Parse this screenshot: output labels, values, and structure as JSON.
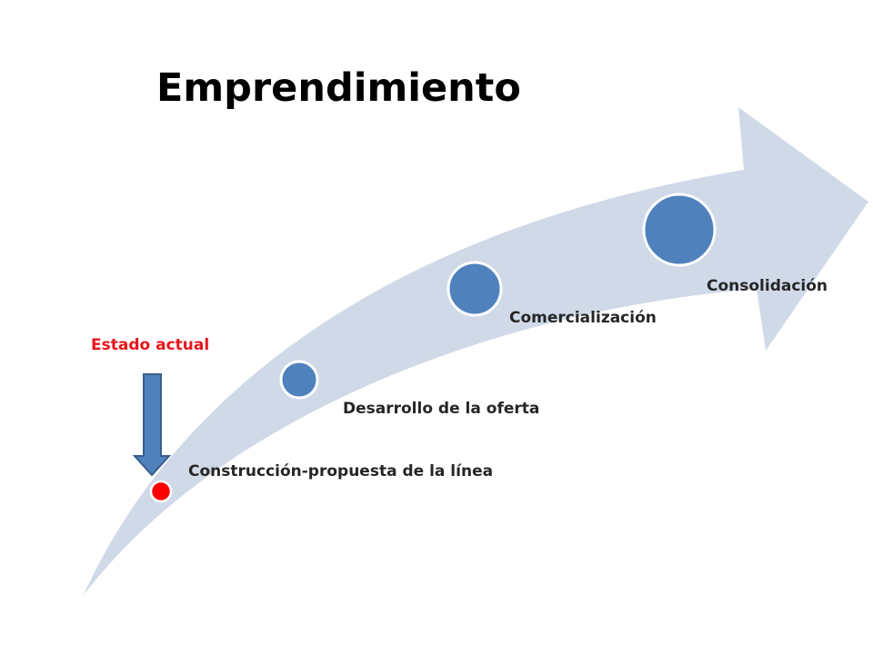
{
  "slide": {
    "title": "Emprendimiento",
    "status_label": "Estado actual",
    "status_color": "#e8151b"
  },
  "diagram": {
    "arrow_color": "#d0d9e8",
    "stage_color": "#4f81bd",
    "current_marker_color": "#ff0000",
    "pointer_color": "#4f81bd",
    "pointer_outline": "#385d8a",
    "stages": [
      {
        "label": "Construcción-propuesta  de la línea",
        "current": true
      },
      {
        "label": "Desarrollo de la oferta",
        "current": false
      },
      {
        "label": "Comercialización",
        "current": false
      },
      {
        "label": "Consolidación",
        "current": false
      }
    ]
  }
}
